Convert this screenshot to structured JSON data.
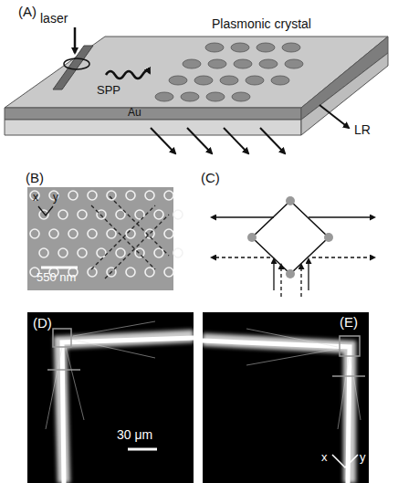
{
  "diagram": {
    "labels": [
      "(A)",
      "laser",
      "Plasmonic crystal",
      "SPP",
      "Au",
      "LR",
      "(B)",
      "x",
      "y",
      "550 nm",
      "(C)",
      "(D)",
      "30 μm",
      "(E)",
      "x",
      "y"
    ]
  }
}
